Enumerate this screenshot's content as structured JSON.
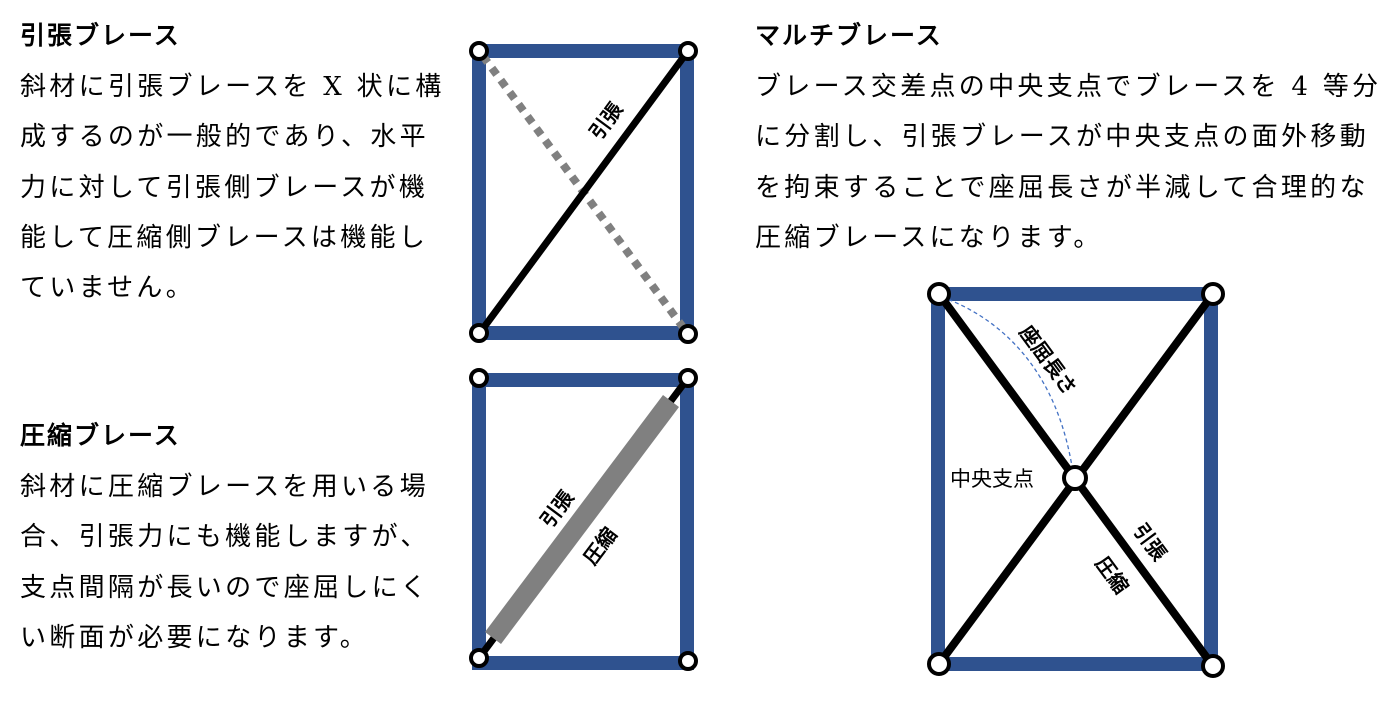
{
  "sections": {
    "tension": {
      "title": "引張ブレース",
      "lines": [
        "斜材に引張ブレースを X 状に構",
        "成するのが一般的であり、水平",
        "力に対して引張側ブレースが機",
        "能して圧縮側ブレースは機能し",
        "ていません。"
      ]
    },
    "compression": {
      "title": "圧縮ブレース",
      "lines": [
        "斜材に圧縮ブレースを用いる場",
        "合、引張力にも機能しますが、",
        "支点間隔が長いので座屈しにく",
        "い断面が必要になります。"
      ]
    },
    "multi": {
      "title": "マルチブレース",
      "lines": [
        "ブレース交差点の中央支点でブレースを 4 等分",
        "に分割し、引張ブレースが中央支点の面外移動",
        "を拘束することで座屈長さが半減して合理的な",
        "圧縮ブレースになります。"
      ]
    }
  },
  "diagrams": {
    "tension": {
      "label_tension": "引張"
    },
    "compression": {
      "label_tension": "引張",
      "label_compression": "圧縮"
    },
    "multi": {
      "label_buckling_length": "座屈長さ",
      "label_center_support": "中央支点",
      "label_tension": "引張",
      "label_compression": "圧縮"
    }
  },
  "colors": {
    "frame": "#2F528F",
    "brace": "#000000",
    "inactive_brace": "#808080",
    "buckling_guide": "#4472C4",
    "text": "#000000"
  }
}
